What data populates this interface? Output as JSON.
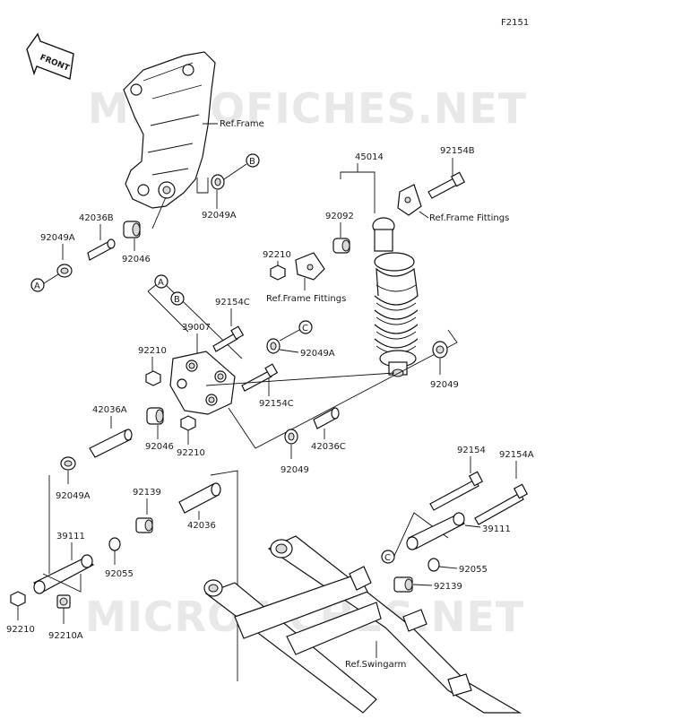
{
  "figure_code": "F2151",
  "front_label": "FRONT",
  "watermark": "MICROFICHES.NET",
  "callouts": [
    "A",
    "B",
    "C"
  ],
  "labels": {
    "ref_frame": "Ref.Frame",
    "ref_frame_fittings_top": "Ref.Frame Fittings",
    "ref_frame_fittings_mid": "Ref.Frame Fittings",
    "ref_swingarm": "Ref.Swingarm",
    "p45014": "45014",
    "p92154B": "92154B",
    "p92092": "92092",
    "p92210_a": "92210",
    "p92049A_top": "92049A",
    "p42036B": "42036B",
    "p92049A_left": "92049A",
    "p92046_top": "92046",
    "p92154C_top": "92154C",
    "p39007": "39007",
    "p92210_b": "92210",
    "p92049A_mid": "92049A",
    "p92154C_mid": "92154C",
    "p92049_right": "92049",
    "p42036A": "42036A",
    "p92046_mid": "92046",
    "p92210_c": "92210",
    "p42036C": "42036C",
    "p92049_mid": "92049",
    "p92049A_low": "92049A",
    "p92139_left": "92139",
    "p42036": "42036",
    "p39111_left": "39111",
    "p92055_left": "92055",
    "p92210_d": "92210",
    "p92210A": "92210A",
    "p92154": "92154",
    "p92154A": "92154A",
    "p39111_right": "39111",
    "p92055_right": "92055",
    "p92139_right": "92139"
  }
}
